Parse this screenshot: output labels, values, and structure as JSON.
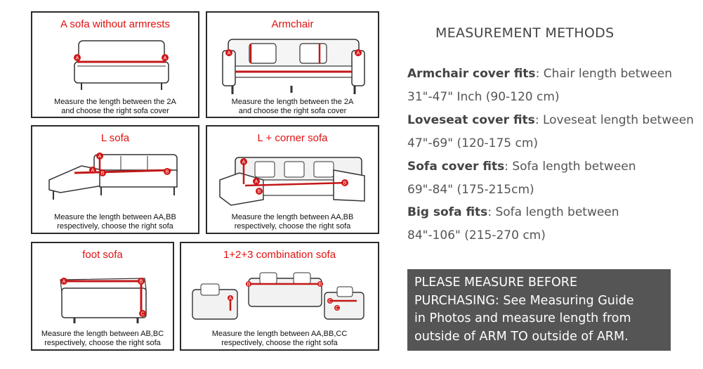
{
  "panels": [
    {
      "title": "A sofa without armrests",
      "caption1": "Measure the length between the 2A",
      "caption2": "and choose the right sofa cover"
    },
    {
      "title": "Armchair",
      "caption1": "Measure the length between the 2A",
      "caption2": "and choose the right sofa cover"
    },
    {
      "title": "L sofa",
      "caption1": "Measure the length between AA,BB",
      "caption2": "respectively, choose the right sofa"
    },
    {
      "title": "L + corner sofa",
      "caption1": "Measure the length between AA,BB",
      "caption2": "respectively, choose the right sofa"
    },
    {
      "title": "foot sofa",
      "caption1": "Measure the length between AB,BC",
      "caption2": "respectively, choose the right sofa"
    },
    {
      "title": "1+2+3 combination sofa",
      "caption1": "Measure the length between AA,BB,CC",
      "caption2": "respectively, choose the right sofa"
    }
  ],
  "markers": {
    "a": "A",
    "b": "B",
    "c": "C"
  },
  "methods": {
    "heading": "MEASUREMENT METHODS",
    "items": [
      {
        "label": "Armchair cover fits",
        "text": ": Chair length between",
        "range": "31\"-47\"  Inch  (90-120 cm)"
      },
      {
        "label": "Loveseat cover fits",
        "text": ": Loveseat length between",
        "range": "47\"-69\" (120-175 cm)"
      },
      {
        "label": "Sofa cover fits",
        "text": ": Sofa length between",
        "range": "69\"-84\" (175-215cm)"
      },
      {
        "label": "Big sofa fits",
        "text": ": Sofa length between",
        "range": "84\"-106\" (215-270 cm)"
      }
    ]
  },
  "notice": {
    "line1": "PLEASE MEASURE BEFORE",
    "line2": "PURCHASING: See Measuring Guide",
    "line3": "in Photos and measure length from",
    "line4": "outside of ARM TO outside of ARM."
  },
  "colors": {
    "accent": "#e01010",
    "notice_bg": "#555555",
    "text": "#555555"
  }
}
